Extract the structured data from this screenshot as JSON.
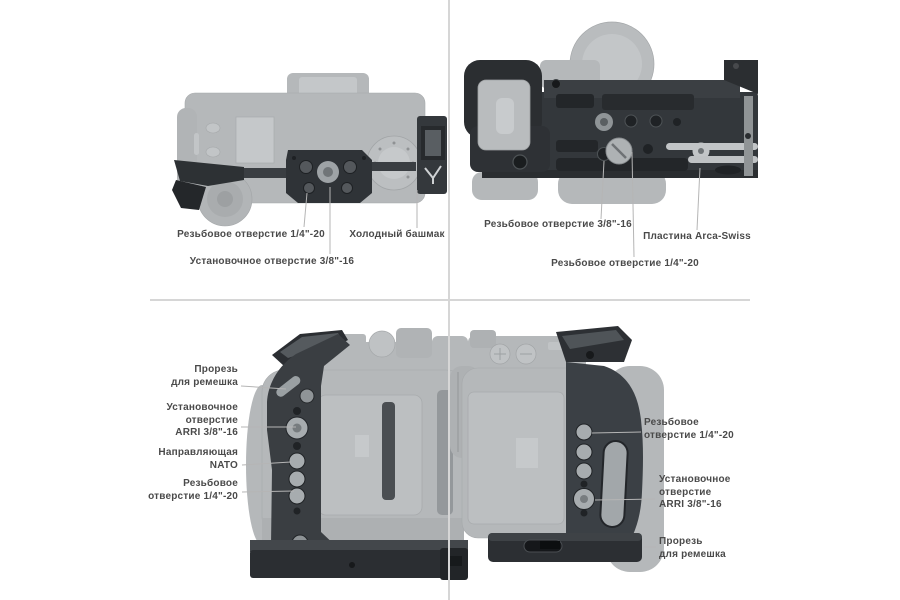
{
  "figure": {
    "description_colors": {
      "text": "#4a4a4a",
      "leader_line": "#b5b5b5",
      "divider": "#d6d6d6",
      "camera_body_gray": "#b5b8ba",
      "camera_body_light": "#c4c7c9",
      "cage_dark": "#303438",
      "cage_mid": "#4a4f53",
      "hole_light": "#a7acaf"
    },
    "quadrants": {
      "top_left": {
        "view": "top view",
        "labels": [
          {
            "text": "Резьбовое отверстие 1/4\"-20"
          },
          {
            "text": "Холодный башмак"
          },
          {
            "text": "Установочное отверстие 3/8\"-16"
          }
        ]
      },
      "top_right": {
        "view": "bottom view",
        "labels": [
          {
            "text": "Резьбовое отверстие 3/8\"-16"
          },
          {
            "text": "Пластина Arca-Swiss"
          },
          {
            "text": "Резьбовое отверстие 1/4\"-20"
          }
        ]
      },
      "bottom_left": {
        "view": "left side view",
        "labels": [
          {
            "lines": [
              "Прорезь",
              "для ремешка"
            ]
          },
          {
            "lines": [
              "Установочное",
              "отверстие",
              "ARRI 3/8\"-16"
            ]
          },
          {
            "lines": [
              "Направляющая",
              "NATO"
            ]
          },
          {
            "lines": [
              "Резьбовое",
              "отверстие 1/4\"-20"
            ]
          }
        ]
      },
      "bottom_right": {
        "view": "right side view",
        "labels": [
          {
            "lines": [
              "Резьбовое",
              "отверстие 1/4\"-20"
            ]
          },
          {
            "lines": [
              "Установочное",
              "отверстие",
              "ARRI 3/8\"-16"
            ]
          },
          {
            "lines": [
              "Прорезь",
              "для ремешка"
            ]
          }
        ]
      }
    }
  }
}
